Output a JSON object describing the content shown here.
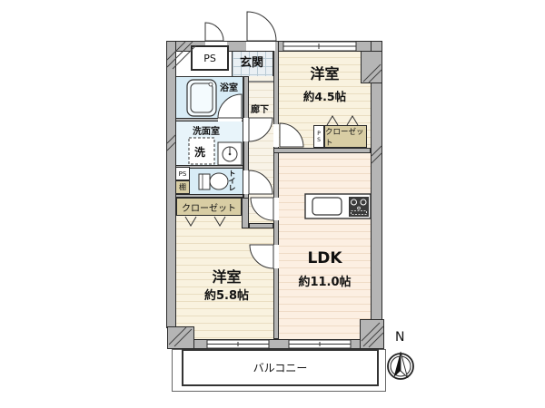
{
  "labels": {
    "ps_top": "PS",
    "entrance": "玄関",
    "hallway": "廊下",
    "bathroom": "浴室",
    "washroom": "洗面室",
    "washer": "洗",
    "toilet": "トイレ",
    "ps_small": "PS",
    "shelf": "棚",
    "closet_left": "クローゼット",
    "closet_right": "クローゼット",
    "ps_vertical": "PS",
    "bedroom1_name": "洋室",
    "bedroom1_size": "約4.5帖",
    "bedroom2_name": "洋室",
    "bedroom2_size": "約5.8帖",
    "ldk_name": "LDK",
    "ldk_size": "約11.0帖",
    "balcony": "バルコニー",
    "compass_north": "N"
  },
  "icons": {
    "bathtub": "bathtub-icon",
    "toilet": "toilet-icon",
    "washbasin": "washbasin-icon",
    "kitchen_sink": "kitchen-sink-icon",
    "stove": "stove-icon",
    "compass": "compass-north-icon",
    "doors": "door-swing-arc",
    "windows": "window-symbol"
  },
  "colors": {
    "wall": "#b5b5b5",
    "wet_room": "#d8ecf6",
    "washroom": "#e8f4fa",
    "wood_floor": "#f9f2df",
    "ldk_floor": "#fcefe2",
    "closet": "#d8cda4",
    "entrance_tile": "#eaf0f4"
  }
}
